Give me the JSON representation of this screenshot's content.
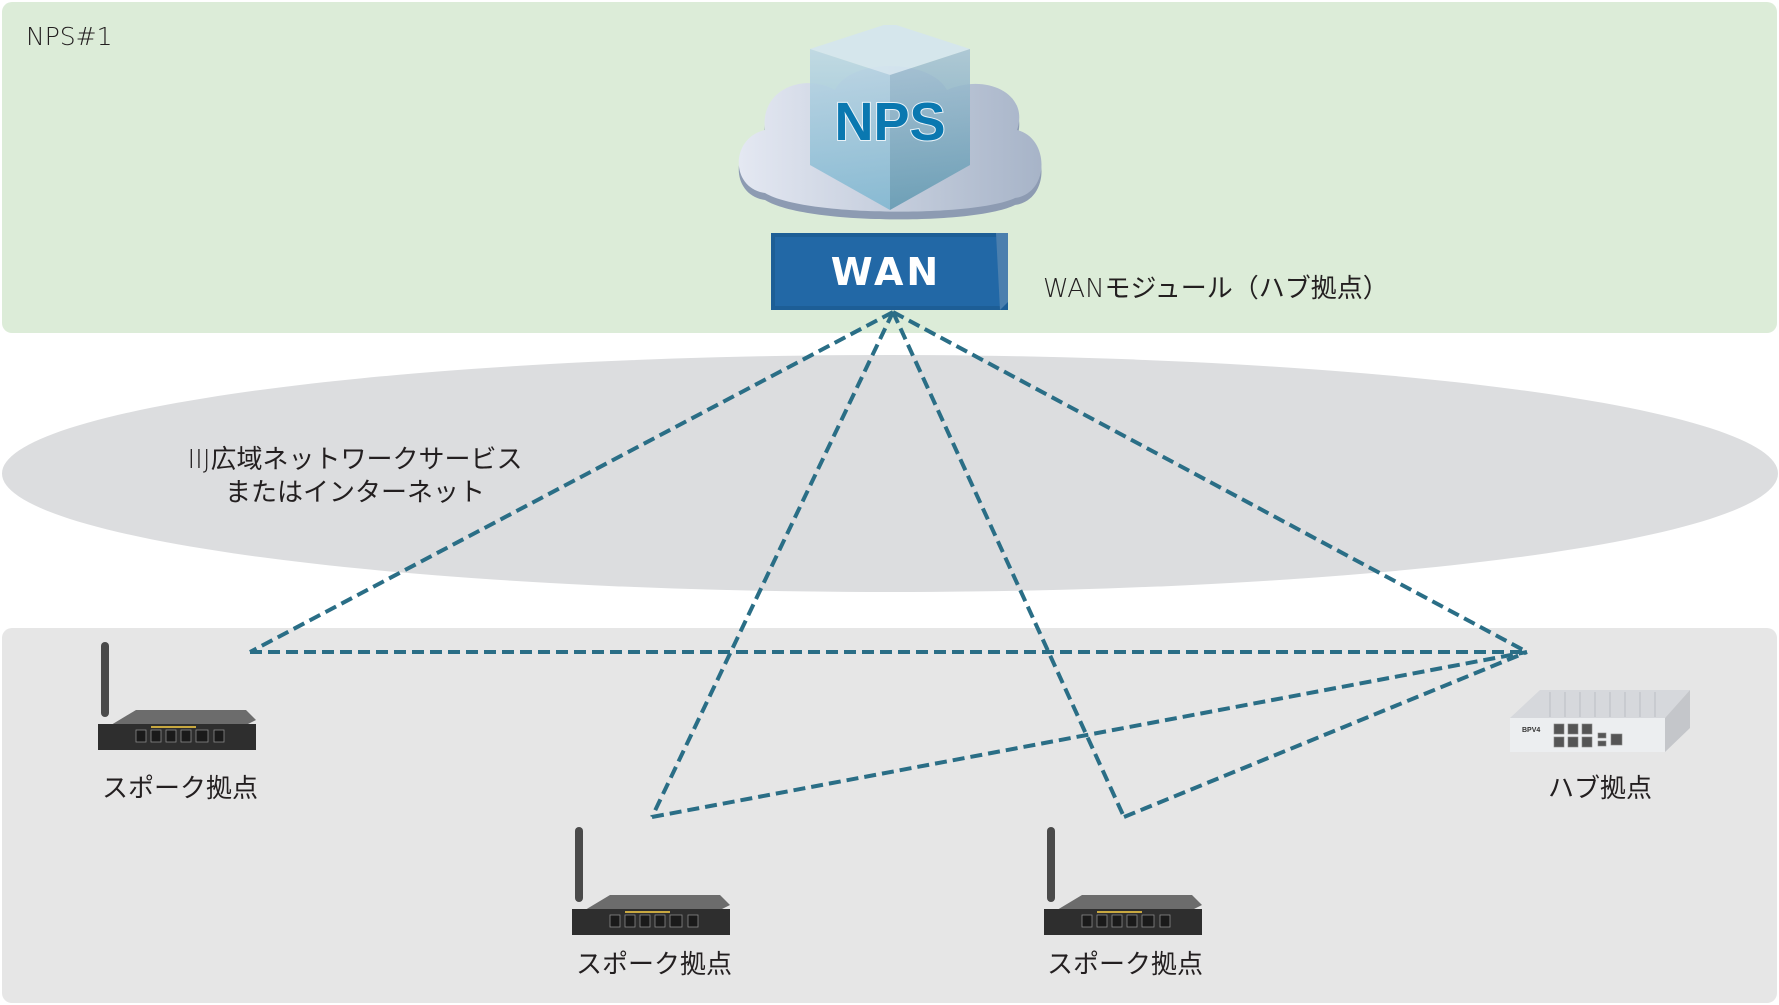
{
  "title": "NPS WAN hub-and-spoke topology",
  "nps_panel": {
    "label": "NPS#1"
  },
  "cloud": {
    "logo_text": "NPS"
  },
  "wan_module": {
    "box_text": "WAN",
    "label": "WANモジュール（ハブ拠点）"
  },
  "network": {
    "label_line1": "IIJ広域ネットワークサービス",
    "label_line2": "またはインターネット"
  },
  "sites": [
    {
      "id": "spoke1",
      "type": "spoke",
      "label": "スポーク拠点",
      "device_icon": "wireless-router-icon"
    },
    {
      "id": "spoke2",
      "type": "spoke",
      "label": "スポーク拠点",
      "device_icon": "wireless-router-icon"
    },
    {
      "id": "spoke3",
      "type": "spoke",
      "label": "スポーク拠点",
      "device_icon": "wireless-router-icon"
    },
    {
      "id": "hub",
      "type": "hub",
      "label": "ハブ拠点",
      "device_icon": "appliance-server-icon",
      "device_badge": "BPV4"
    }
  ],
  "links": [
    {
      "from": "wan",
      "to": "spoke1"
    },
    {
      "from": "wan",
      "to": "spoke2"
    },
    {
      "from": "wan",
      "to": "spoke3"
    },
    {
      "from": "wan",
      "to": "hub"
    },
    {
      "from": "spoke1",
      "to": "hub"
    },
    {
      "from": "spoke2",
      "to": "hub"
    },
    {
      "from": "spoke3",
      "to": "hub"
    }
  ],
  "colors": {
    "nps_panel": "#dcecd8",
    "sites_panel": "#e6e6e6",
    "network_ellipse": "#dcdddf",
    "link": "#2a6e86",
    "wan_box": "#1e64a0",
    "nps_logo": "#0a78b0"
  }
}
